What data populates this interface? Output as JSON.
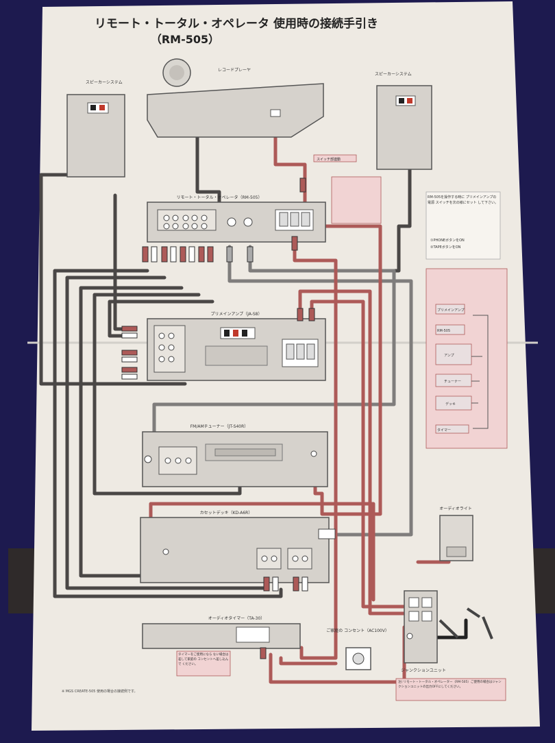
{
  "title": {
    "line1": "リモート・トータル・オペレータ 使用時の接続手引き",
    "line2": "（RM-505）"
  },
  "components": {
    "speaker_left": "スピーカーシステム",
    "record_player": "レコードプレーヤ",
    "speaker_right": "スピーカーシステム",
    "remote_operator": "リモート・トータル・オペレータ（RM-505）",
    "amp": "プリメインアンプ（JA-S8）",
    "tuner": "FM/AMチューナー（JT-S40R）",
    "cassette": "カセットデッキ（KD-A6R）",
    "audio_light": "オーディオライト",
    "timer": "オーディオタイマー（TA-30）",
    "outlet": "ご家庭の コンセント（AC100V）",
    "junction": "ジャンクションユニット"
  },
  "callouts": {
    "switch": "スイッチ部連動",
    "right_note": "RM-505を操作する時に プリメインアンプの電源 スイッチを次の様にセット して下さい。",
    "right_option1": "①PHONEボタンをON",
    "right_option2": "②TAPEボタンをON",
    "timer_note": "タイマーをご使用になら ない場合は差して家庭の コンセントへ差し込んで ください。"
  },
  "side_panel": {
    "label1": "プリメインアンプ",
    "label2": "RM-505",
    "label3": "アンプ",
    "label4": "チューナー",
    "label5": "デッキ",
    "label6": "タイマー"
  },
  "bottom_note": "注) リモート・トータル・オペレーター（RM-505）ご使用の場合はジャンクションユニットの出力OFFにしてください。",
  "footer": "※ MGS CREATE-505 使用の場合の接続例です。",
  "colors": {
    "paper": "#eeeae3",
    "dark_cable": "#4a4746",
    "red_cable": "#ad5a58",
    "grey_cable": "#7f7d7c",
    "device": "#d6d2cc",
    "note_bg": "#f1d3d3"
  }
}
